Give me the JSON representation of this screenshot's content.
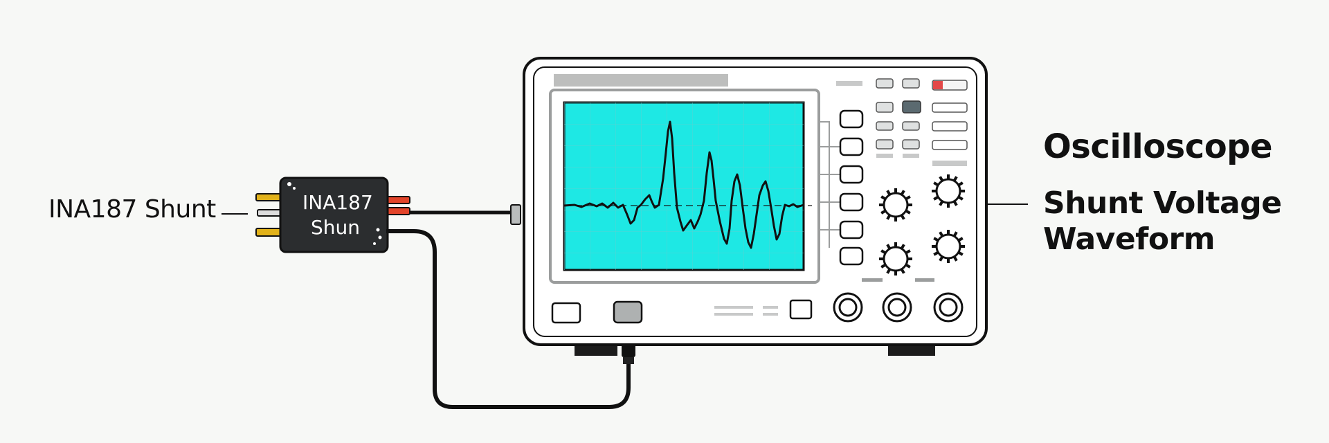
{
  "labels": {
    "shunt_callout": "INA187 Shunt",
    "chip_line1": "INA187",
    "chip_line2": "Shun",
    "device_title": "Oscilloscope",
    "device_subtitle": "Shunt Voltage Waveform"
  },
  "colors": {
    "background": "#f7f8f6",
    "screen": "#1ee8e4",
    "chip_body": "#2b2d2f",
    "pin_gold": "#e2b21a",
    "pin_red": "#e2442a",
    "indicator_red": "#e34848",
    "ink": "#111111"
  },
  "icons": {
    "knob": "gear-knob-icon",
    "bnc": "bnc-connector-icon"
  }
}
